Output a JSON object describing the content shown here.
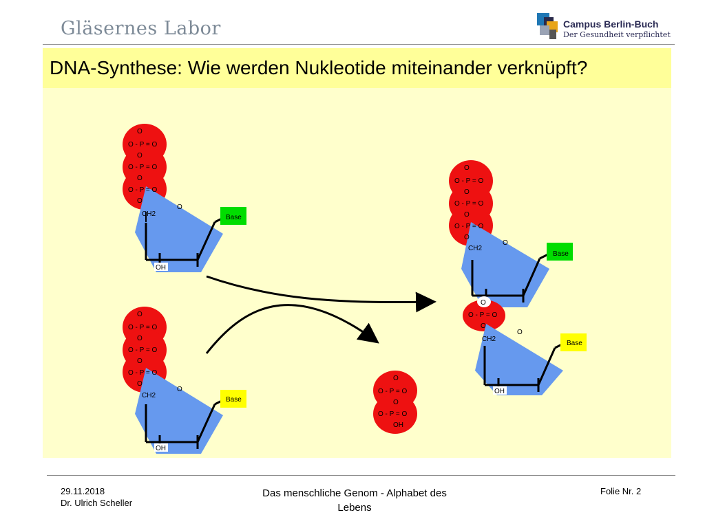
{
  "header": {
    "left_logo_text": "Gläsernes Labor",
    "right_logo_name": "Campus Berlin-Buch",
    "right_logo_tagline": "Der Gesundheit verpflichtet"
  },
  "slide": {
    "title": "DNA-Synthese: Wie werden Nukleotide miteinander verknüpft?"
  },
  "diagram": {
    "phosphate_label": "O - P = O",
    "oxygen_label": "O",
    "sugar_carbon_label": "CH2",
    "ring_oxygen_label": "O",
    "hydroxyl_label": "OH",
    "base_label": "Base",
    "colors": {
      "phosphate": "#ee1111",
      "sugar": "#6699ee",
      "base_green": "#00dd00",
      "base_yellow": "#ffff00",
      "background": "#ffffcc"
    }
  },
  "footer": {
    "date": "29.11.2018",
    "author": "Dr. Ulrich Scheller",
    "center_text": "Das menschliche Genom - Alphabet des Lebens",
    "slide_number": "Folie Nr. 2"
  }
}
